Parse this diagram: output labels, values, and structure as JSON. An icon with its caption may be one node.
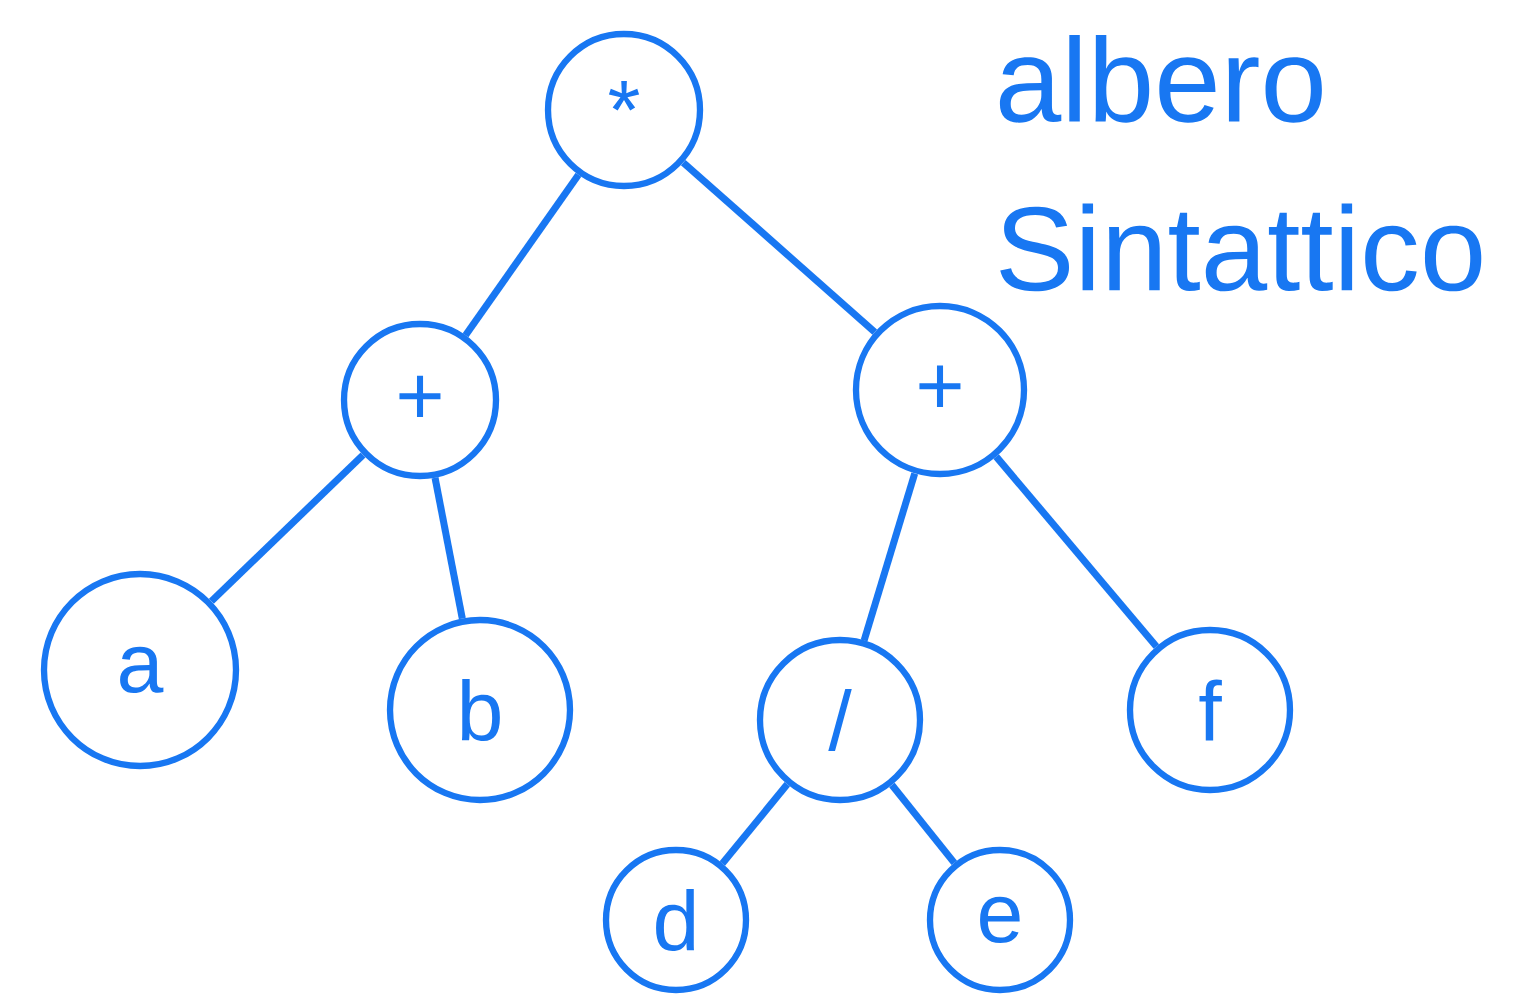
{
  "diagram": {
    "title": "albero Sintattico",
    "nodes": [
      {
        "text": [
          "*"
        ]
      },
      {
        "text": [
          "+"
        ]
      },
      {
        "text": [
          "+"
        ]
      },
      {
        "text": [
          "a"
        ]
      },
      {
        "text": [
          "b"
        ]
      },
      {
        "text": [
          "/"
        ]
      },
      {
        "text": [
          "f"
        ]
      },
      {
        "text": [
          "d"
        ]
      },
      {
        "text": [
          "e"
        ]
      }
    ],
    "edges": [
      {
        "from": 0,
        "to": 1,
        "arrow": "none"
      },
      {
        "from": 0,
        "to": 2,
        "arrow": "none"
      },
      {
        "from": 1,
        "to": 3,
        "arrow": "none"
      },
      {
        "from": 1,
        "to": 4,
        "arrow": "none"
      },
      {
        "from": 2,
        "to": 5,
        "arrow": "none"
      },
      {
        "from": 2,
        "to": 6,
        "arrow": "none"
      },
      {
        "from": 5,
        "to": 7,
        "arrow": "none"
      },
      {
        "from": 5,
        "to": 8,
        "arrow": "none"
      }
    ]
  }
}
